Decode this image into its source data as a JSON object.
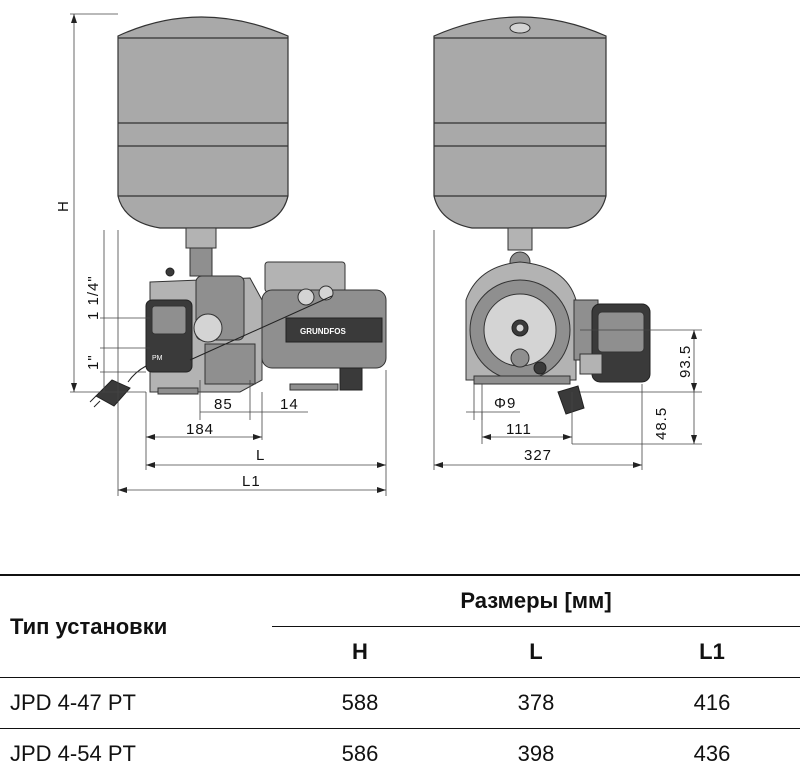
{
  "drawing": {
    "labels": {
      "H": "H",
      "thread_top": "1 1/4\"",
      "thread_bottom": "1\"",
      "d85": "85",
      "d14": "14",
      "d184": "184",
      "L": "L",
      "L1": "L1",
      "d93_5": "93.5",
      "d48_5": "48.5",
      "phi9": "Φ9",
      "d111": "111",
      "d327": "327"
    },
    "logo_text": "GRUNDFOS",
    "controller_text": "PM"
  },
  "table": {
    "type_header": "Тип установки",
    "dims_header": "Размеры [мм]",
    "col_H": "H",
    "col_L": "L",
    "col_L1": "L1",
    "rows": [
      {
        "type": "JPD 4-47 PT",
        "H": "588",
        "L": "378",
        "L1": "416"
      },
      {
        "type": "JPD 4-54 PT",
        "H": "586",
        "L": "398",
        "L1": "436"
      }
    ]
  }
}
